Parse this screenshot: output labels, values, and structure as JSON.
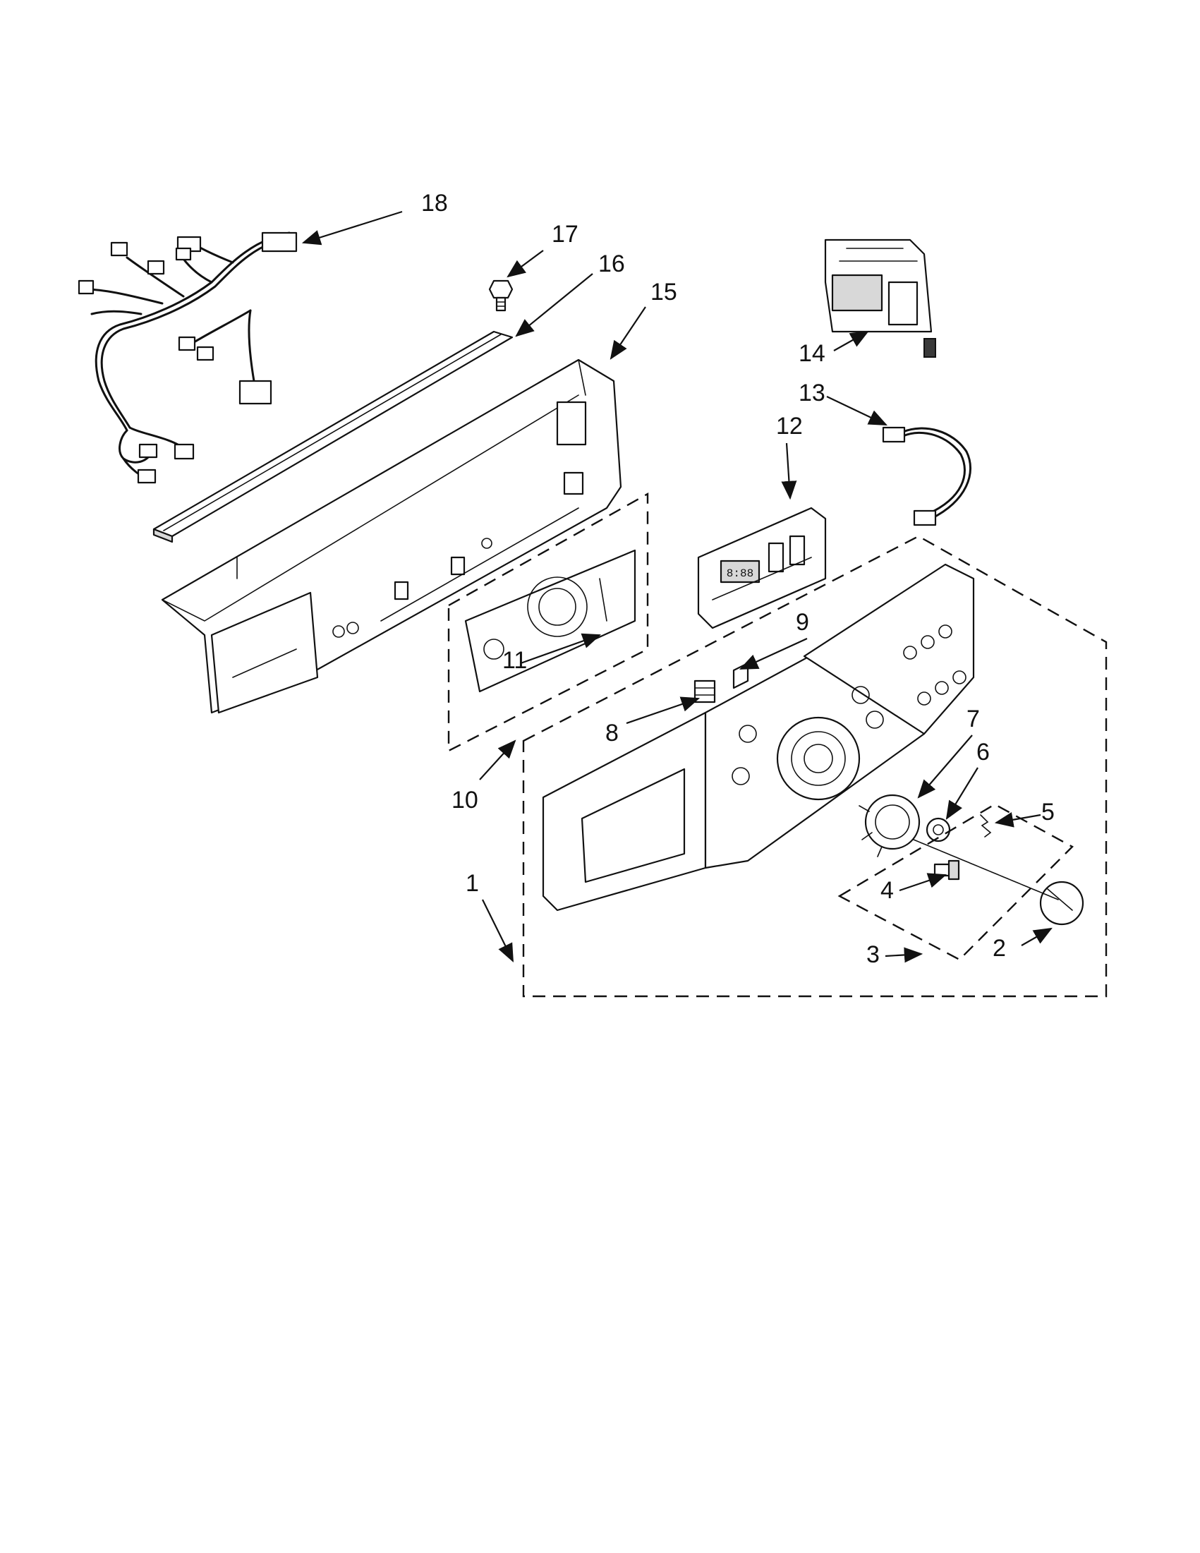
{
  "callouts": [
    {
      "id": "1",
      "label": "1"
    },
    {
      "id": "2",
      "label": "2"
    },
    {
      "id": "3",
      "label": "3"
    },
    {
      "id": "4",
      "label": "4"
    },
    {
      "id": "5",
      "label": "5"
    },
    {
      "id": "6",
      "label": "6"
    },
    {
      "id": "7",
      "label": "7"
    },
    {
      "id": "8",
      "label": "8"
    },
    {
      "id": "9",
      "label": "9"
    },
    {
      "id": "10",
      "label": "10"
    },
    {
      "id": "11",
      "label": "11"
    },
    {
      "id": "12",
      "label": "12"
    },
    {
      "id": "13",
      "label": "13"
    },
    {
      "id": "14",
      "label": "14"
    },
    {
      "id": "15",
      "label": "15"
    },
    {
      "id": "16",
      "label": "16"
    },
    {
      "id": "17",
      "label": "17"
    },
    {
      "id": "18",
      "label": "18"
    }
  ],
  "display_readout": "8:88"
}
